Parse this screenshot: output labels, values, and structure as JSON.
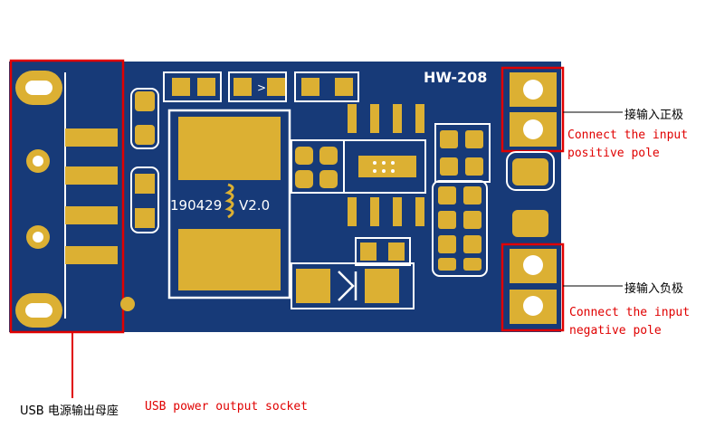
{
  "board": {
    "model": "HW-208",
    "date_code": "190429",
    "version": "V2.0",
    "colors": {
      "pcb": "#173a78",
      "pad": "#dcb033",
      "silk": "#ffffff",
      "callout": "#e00000"
    }
  },
  "callouts": {
    "input_positive": {
      "cn": "接输入正极",
      "en_line1": "Connect the input",
      "en_line2": "positive pole"
    },
    "input_negative": {
      "cn": "接输入负极",
      "en_line1": "Connect the input",
      "en_line2": "negative pole"
    },
    "usb_output": {
      "cn": "USB 电源输出母座",
      "en": "USB power output socket"
    }
  }
}
